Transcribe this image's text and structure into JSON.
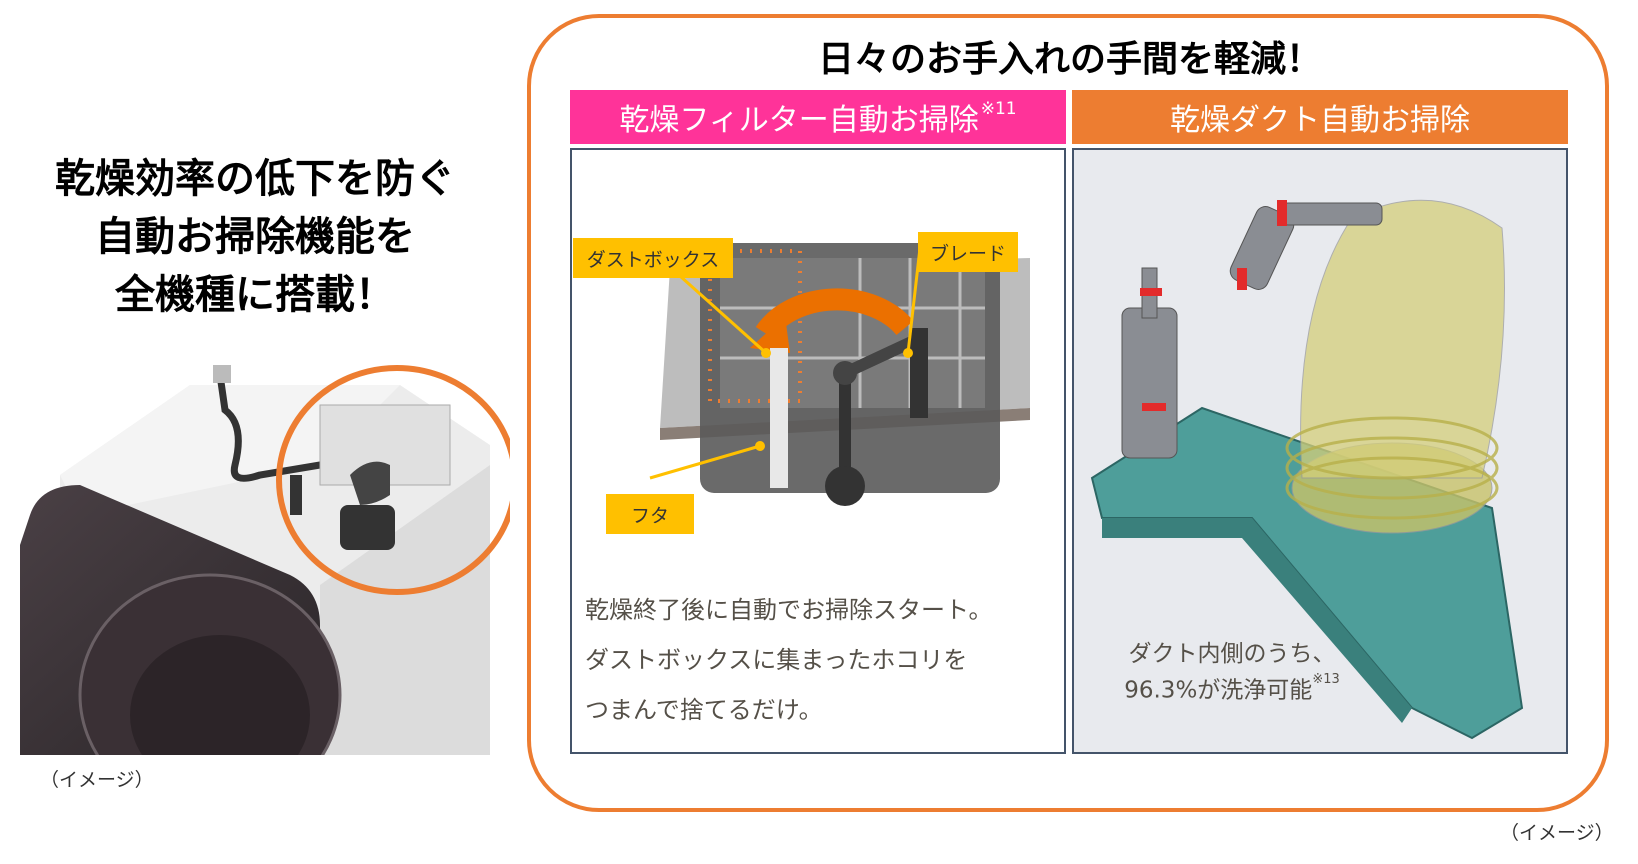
{
  "headline": {
    "lines": [
      "乾燥効率の低下を防ぐ",
      "自動お掃除機能を",
      "全機種に搭載！"
    ]
  },
  "left_image": {
    "caption": "（イメージ）",
    "highlight_color": "#ED7D31"
  },
  "panel": {
    "title": "日々のお手入れの手間を軽減！",
    "frame_color": "#ED7D31",
    "tabs": [
      {
        "label": "乾燥フィルター自動お掃除",
        "note": "※11",
        "color": "#FF3399"
      },
      {
        "label": "乾燥ダクト自動お掃除",
        "note": "",
        "color": "#ED7D31"
      }
    ],
    "filter_box": {
      "callouts": {
        "dust_box": "ダストボックス",
        "blade": "ブレード",
        "lid": "フタ"
      },
      "callout_color": "#FFC000",
      "description": [
        "乾燥終了後に自動でお掃除スタート。",
        "ダストボックスに集まったホコリを",
        "つまんで捨てるだけ。"
      ]
    },
    "duct_box": {
      "note_line1": "ダクト内側のうち、",
      "note_line2": "96.3%が洗浄可能",
      "note_ref": "※13"
    },
    "caption": "（イメージ）"
  }
}
